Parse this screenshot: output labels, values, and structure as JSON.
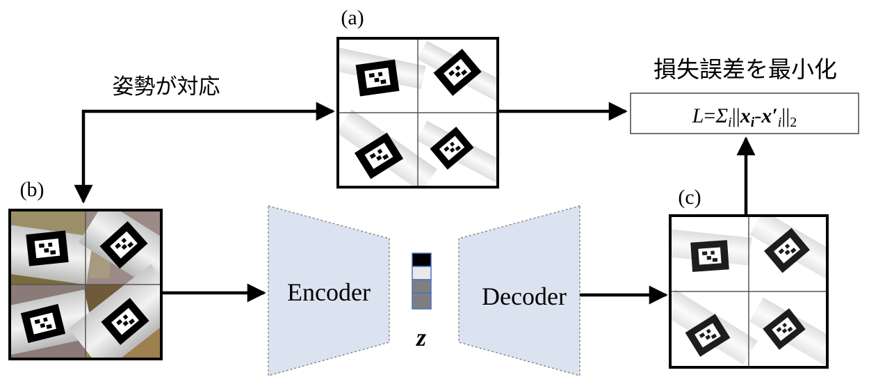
{
  "labels": {
    "panel_a": "(a)",
    "panel_b": "(b)",
    "panel_c": "(c)",
    "pose_match": "姿勢が対応",
    "minimize": "損失誤差を最小化",
    "encoder": "Encoder",
    "decoder": "Decoder",
    "latent": "z"
  },
  "loss_formula": {
    "L": "L",
    "eq": "=",
    "sigma": "Σ",
    "sub_i": "i",
    "bars_open": "||",
    "x": "x",
    "dash": "-",
    "xprime": "x′",
    "bars_close": "||",
    "sub_2": "2"
  },
  "colors": {
    "block_fill": "#dbe3f1",
    "block_border": "#8a8a8a",
    "latent_cells": [
      "#000000",
      "#e9e9e9",
      "#7f7f7f",
      "#7f7f7f"
    ],
    "latent_border": "#4472c4",
    "arrow": "#000000"
  }
}
